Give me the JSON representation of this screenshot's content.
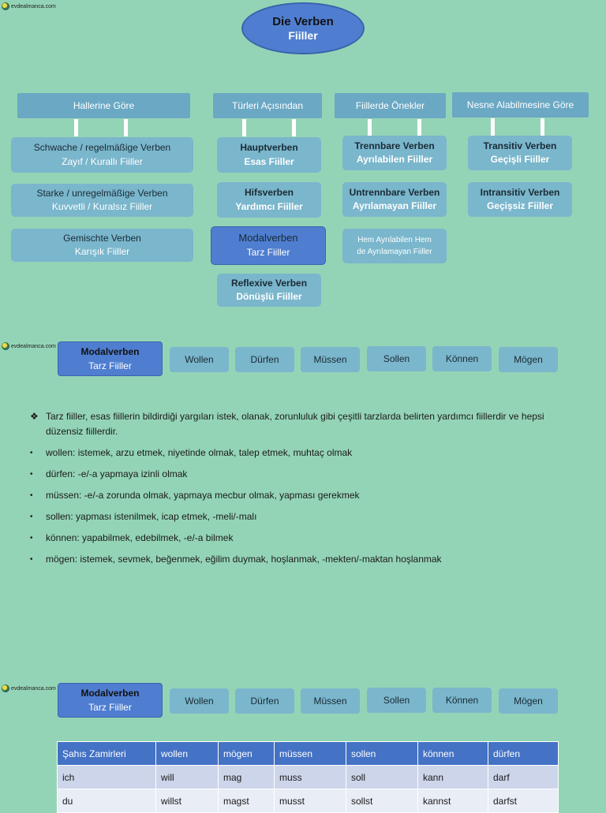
{
  "logo_text": "evdealmanca.com",
  "title": {
    "line1": "Die Verben",
    "line2": "Fiiller"
  },
  "categories": [
    {
      "label": "Hallerine Göre"
    },
    {
      "label": "Türleri Açısından"
    },
    {
      "label": "Fiillerde Önekler"
    },
    {
      "label": "Nesne Alabilmesine Göre"
    }
  ],
  "col1": [
    {
      "de": "Schwache / regelmäßige Verben",
      "tr": "Zayıf / Kurallı Fiiller"
    },
    {
      "de": "Starke / unregelmäßige Verben",
      "tr": "Kuvvetli / Kuralsız Fiiller"
    },
    {
      "de": "Gemischte Verben",
      "tr": "Karışık Fiiller"
    }
  ],
  "col2": [
    {
      "de": "Hauptverben",
      "tr": "Esas Fiiller"
    },
    {
      "de": "Hifsverben",
      "tr": "Yardımcı Fiiller"
    },
    {
      "de": "Modalverben",
      "tr": "Tarz Fiiller"
    },
    {
      "de": "Reflexive Verben",
      "tr": "Dönüşlü Fiiller"
    }
  ],
  "col3": [
    {
      "de": "Trennbare Verben",
      "tr": "Ayrılabilen Fiiller"
    },
    {
      "de": "Untrennbare Verben",
      "tr": "Ayrılamayan Fiiller"
    },
    {
      "line1": "Hem Ayrılabilen Hem",
      "line2": "de Ayrılamayan Fiiller"
    }
  ],
  "col4": [
    {
      "de": "Transitiv Verben",
      "tr": "Geçişli Fiiller"
    },
    {
      "de": "Intransitiv Verben",
      "tr": "Geçişsiz Fiiller"
    }
  ],
  "modal": {
    "de": "Modalverben",
    "tr": "Tarz Fiiller"
  },
  "verbs": [
    "Wollen",
    "Dürfen",
    "Müssen",
    "Sollen",
    "Können",
    "Mögen"
  ],
  "intro": "Tarz fiiller, esas fiillerin bildirdiği yargıları istek, olanak, zorunluluk gibi çeşitli tarzlarda belirten yardımcı fiillerdir ve hepsi düzensiz fiillerdir.",
  "bullets": [
    "wollen: istemek, arzu etmek, niyetinde olmak, talep etmek, muhtaç olmak",
    "dürfen: -e/-a yapmaya izinli olmak",
    "müssen: -e/-a zorunda olmak, yapmaya mecbur olmak, yapması gerekmek",
    "sollen: yapması istenilmek, icap etmek, -meli/-malı",
    "können: yapabilmek, edebilmek, -e/-a bilmek",
    "mögen: istemek, sevmek, beğenmek, eğilim duymak, hoşlanmak, -mekten/-maktan hoşlanmak"
  ],
  "table": {
    "headers": [
      "Şahıs Zamirleri",
      "wollen",
      "mögen",
      "müssen",
      "sollen",
      "können",
      "dürfen"
    ],
    "rows": [
      [
        "ich",
        "will",
        "mag",
        "muss",
        "soll",
        "kann",
        "darf"
      ],
      [
        "du",
        "willst",
        "magst",
        "musst",
        "sollst",
        "kannst",
        "darfst"
      ]
    ]
  }
}
